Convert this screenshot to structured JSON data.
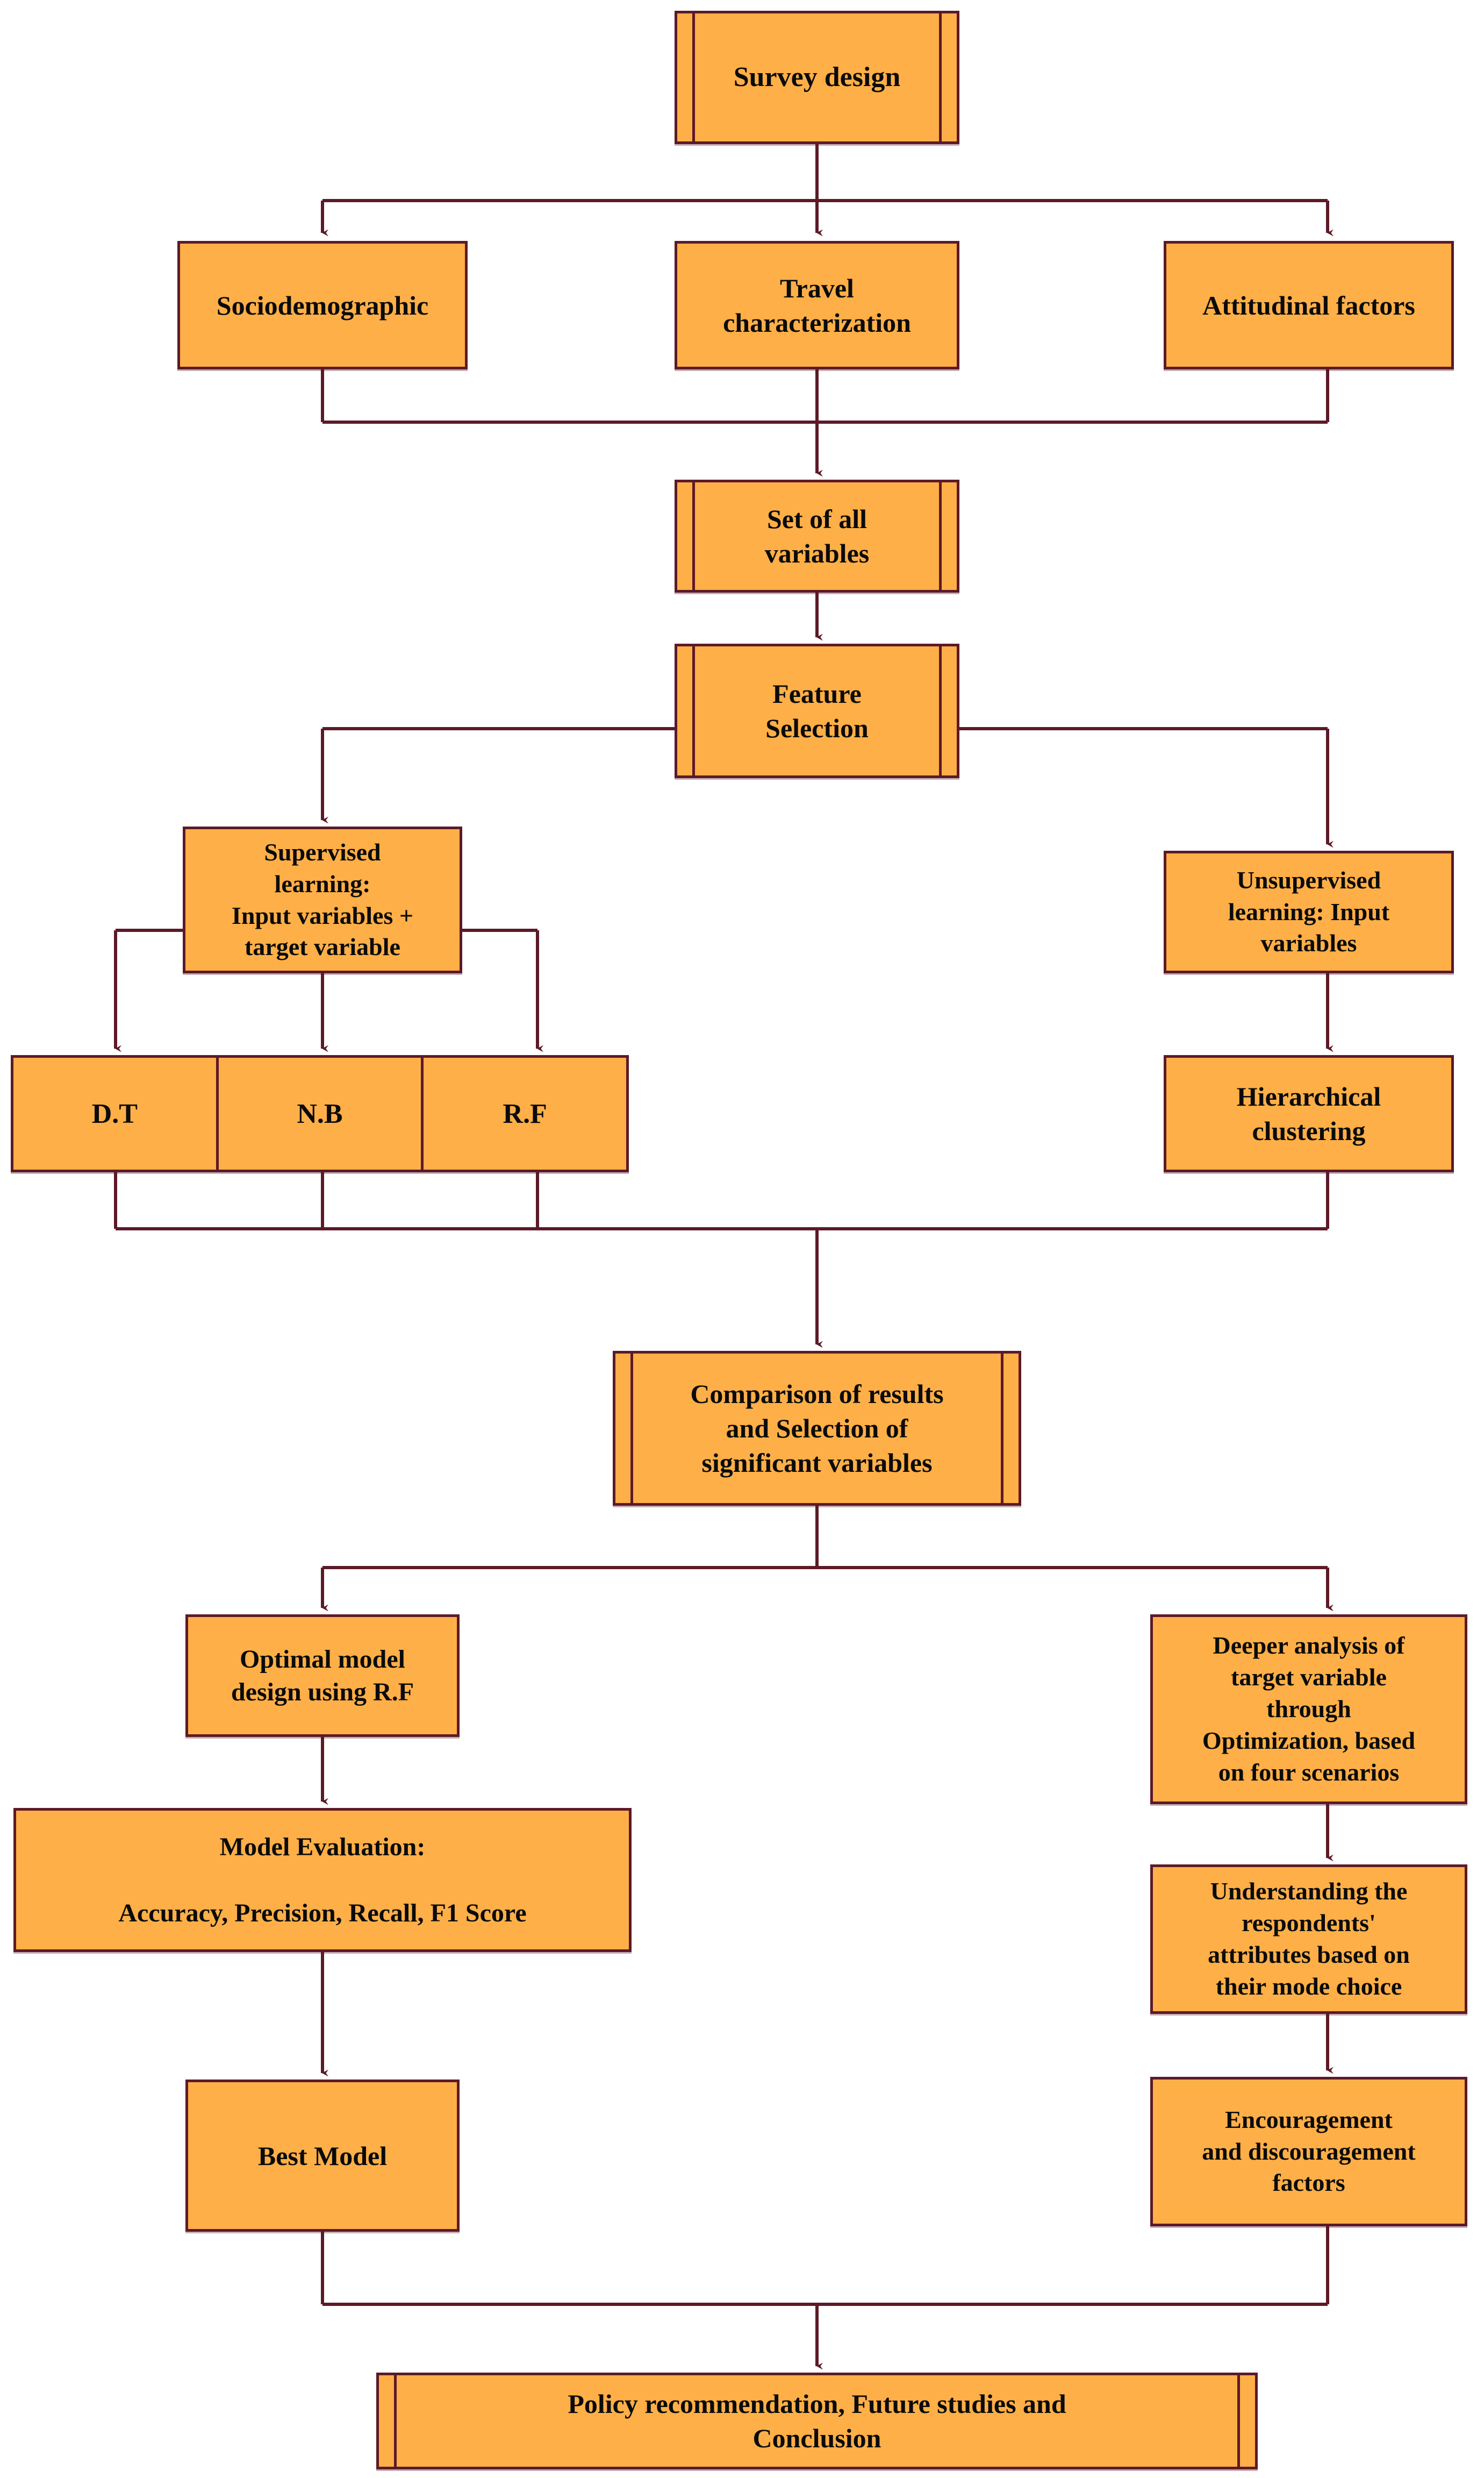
{
  "diagram": {
    "title": "Research methodology flowchart",
    "colors": {
      "node_fill": "#FFAF47",
      "node_border": "#5C1A28",
      "connector": "#5C1A28",
      "background": "#FFFFFF",
      "text": "#0B0B0B"
    },
    "nodes": [
      {
        "id": "survey-design",
        "label": "Survey design",
        "shape": "predefined-process"
      },
      {
        "id": "sociodemographic",
        "label": "Sociodemographic",
        "shape": "process"
      },
      {
        "id": "travel-characterization",
        "label": "Travel\ncharacterization",
        "shape": "process"
      },
      {
        "id": "attitudinal-factors",
        "label": "Attitudinal factors",
        "shape": "process"
      },
      {
        "id": "set-of-all-variables",
        "label": "Set of all\nvariables",
        "shape": "predefined-process"
      },
      {
        "id": "feature-selection",
        "label": "Feature\nSelection",
        "shape": "predefined-process"
      },
      {
        "id": "supervised-learning",
        "label": "Supervised\nlearning:\nInput variables +\ntarget variable",
        "shape": "process"
      },
      {
        "id": "unsupervised-learning",
        "label": "Unsupervised\nlearning: Input\nvariables",
        "shape": "process"
      },
      {
        "id": "decision-tree",
        "label": "D.T",
        "shape": "cell"
      },
      {
        "id": "naive-bayes",
        "label": "N.B",
        "shape": "cell"
      },
      {
        "id": "random-forest",
        "label": "R.F",
        "shape": "cell"
      },
      {
        "id": "hierarchical-clustering",
        "label": "Hierarchical\nclustering",
        "shape": "process"
      },
      {
        "id": "comparison-of-results",
        "label": "Comparison of results\nand Selection of\nsignificant variables",
        "shape": "predefined-process"
      },
      {
        "id": "optimal-model-design",
        "label": "Optimal model\ndesign using R.F",
        "shape": "process"
      },
      {
        "id": "model-evaluation",
        "label": "Model Evaluation:\n\nAccuracy, Precision, Recall, F1 Score",
        "shape": "process"
      },
      {
        "id": "best-model",
        "label": "Best Model",
        "shape": "process"
      },
      {
        "id": "deeper-analysis",
        "label": "Deeper analysis of\ntarget variable\nthrough\nOptimization, based\non four scenarios",
        "shape": "process"
      },
      {
        "id": "understanding-respondents",
        "label": "Understanding the\nrespondents'\nattributes based on\ntheir mode choice",
        "shape": "process"
      },
      {
        "id": "encouragement-factors",
        "label": "Encouragement\nand discouragement\nfactors",
        "shape": "process"
      },
      {
        "id": "policy-recommendation",
        "label": "Policy recommendation, Future studies and\nConclusion",
        "shape": "predefined-process"
      }
    ],
    "edges": [
      {
        "from": "survey-design",
        "to": "sociodemographic"
      },
      {
        "from": "survey-design",
        "to": "travel-characterization"
      },
      {
        "from": "survey-design",
        "to": "attitudinal-factors"
      },
      {
        "from": "sociodemographic",
        "to": "set-of-all-variables"
      },
      {
        "from": "travel-characterization",
        "to": "set-of-all-variables"
      },
      {
        "from": "attitudinal-factors",
        "to": "set-of-all-variables"
      },
      {
        "from": "set-of-all-variables",
        "to": "feature-selection"
      },
      {
        "from": "feature-selection",
        "to": "supervised-learning"
      },
      {
        "from": "feature-selection",
        "to": "unsupervised-learning"
      },
      {
        "from": "supervised-learning",
        "to": "decision-tree"
      },
      {
        "from": "supervised-learning",
        "to": "naive-bayes"
      },
      {
        "from": "supervised-learning",
        "to": "random-forest"
      },
      {
        "from": "unsupervised-learning",
        "to": "hierarchical-clustering"
      },
      {
        "from": "decision-tree",
        "to": "comparison-of-results"
      },
      {
        "from": "naive-bayes",
        "to": "comparison-of-results"
      },
      {
        "from": "random-forest",
        "to": "comparison-of-results"
      },
      {
        "from": "hierarchical-clustering",
        "to": "comparison-of-results"
      },
      {
        "from": "comparison-of-results",
        "to": "optimal-model-design"
      },
      {
        "from": "comparison-of-results",
        "to": "deeper-analysis"
      },
      {
        "from": "optimal-model-design",
        "to": "model-evaluation"
      },
      {
        "from": "model-evaluation",
        "to": "best-model"
      },
      {
        "from": "deeper-analysis",
        "to": "understanding-respondents"
      },
      {
        "from": "understanding-respondents",
        "to": "encouragement-factors"
      },
      {
        "from": "best-model",
        "to": "policy-recommendation"
      },
      {
        "from": "encouragement-factors",
        "to": "policy-recommendation"
      }
    ]
  }
}
